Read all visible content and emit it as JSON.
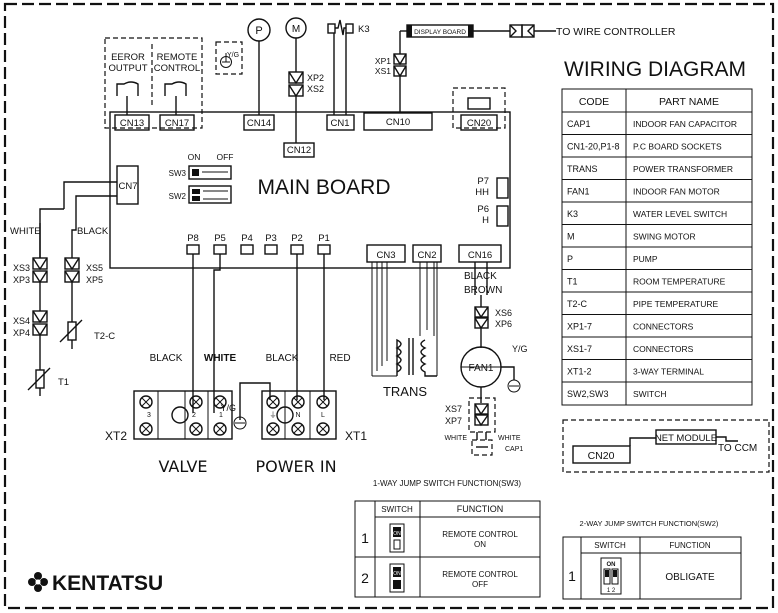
{
  "title": "WIRING DIAGRAM",
  "brand": {
    "name": "KENTATSU",
    "logo_icon": "flower-logo-icon"
  },
  "main_board": {
    "label": "MAIN BOARD",
    "connectors": [
      "CN13",
      "CN17",
      "CN14",
      "CN12",
      "CN1",
      "CN10",
      "CN20",
      "CN7",
      "CN3",
      "CN2",
      "CN16",
      "P8",
      "P5",
      "P4",
      "P3",
      "P2",
      "P1",
      "P7",
      "HH",
      "P6",
      "H"
    ],
    "switches": [
      "SW3",
      "SW2"
    ],
    "switch_state_labels": [
      "ON",
      "OFF"
    ]
  },
  "top_components": {
    "error_output": [
      "EEROR",
      "OUTPUT"
    ],
    "remote_control": [
      "REMOTE",
      "CONTROL"
    ],
    "ground": "Y/G",
    "pump": "P",
    "swing_motor": "M",
    "xp2_xs2": [
      "XP2",
      "XS2"
    ],
    "water_switch": "K3",
    "xp1_xs1": [
      "XP1",
      "XS1"
    ],
    "display_board": "DISPLAY BOARD",
    "wire_controller": "TO WIRE CONTROLLER"
  },
  "left_wiring": {
    "white": "WHITE",
    "black": "BLACK",
    "xs3_xp3": [
      "XS3",
      "XP3"
    ],
    "xs5_xp5": [
      "XS5",
      "XP5"
    ],
    "xs4_xp4": [
      "XS4",
      "XP4"
    ],
    "t2c": "T2-C",
    "t1": "T1"
  },
  "bottom_wiring": {
    "wire_black_1": "BLACK",
    "wire_white": "WHITE",
    "wire_black_2": "BLACK",
    "wire_red": "RED",
    "yg": "Y/G",
    "xt2": "XT2",
    "xt1": "XT1",
    "valve": "VALVE",
    "power_in": "POWER IN",
    "xt2_nums": [
      "3",
      "2",
      "1"
    ],
    "xt1_marks": [
      "⏚",
      "N",
      "L"
    ],
    "trans": "TRANS",
    "black_brown": [
      "BLACK",
      "BROWN"
    ],
    "xs6_xp6": [
      "XS6",
      "XP6"
    ],
    "fan": "FAN1",
    "fan_yg": "Y/G",
    "xs7_xp7": [
      "XS7",
      "XP7"
    ],
    "cap_white_1": "WHITE",
    "cap_white_2": "WHITE",
    "cap": "CAP1"
  },
  "parts_table": {
    "headers": [
      "CODE",
      "PART NAME"
    ],
    "rows": [
      [
        "CAP1",
        "INDOOR FAN CAPACITOR"
      ],
      [
        "CN1-20,P1-8",
        "P.C BOARD SOCKETS"
      ],
      [
        "TRANS",
        "POWER TRANSFORMER"
      ],
      [
        "FAN1",
        "INDOOR FAN MOTOR"
      ],
      [
        "K3",
        "WATER LEVEL SWITCH"
      ],
      [
        "M",
        "SWING MOTOR"
      ],
      [
        "P",
        "PUMP"
      ],
      [
        "T1",
        "ROOM TEMPERATURE"
      ],
      [
        "T2-C",
        "PIPE TEMPERATURE"
      ],
      [
        "XP1-7",
        "CONNECTORS"
      ],
      [
        "XS1-7",
        "CONNECTORS"
      ],
      [
        "XT1-2",
        "3-WAY TERMINAL"
      ],
      [
        "SW2,SW3",
        "SWITCH"
      ]
    ]
  },
  "net_module": {
    "connector": "CN20",
    "module": "NET MODULE",
    "target": "TO CCM"
  },
  "sw3_table": {
    "title": "1-WAY JUMP SWITCH FUNCTION(SW3)",
    "headers": [
      "SWITCH",
      "FUNCTION"
    ],
    "switch_label": "ON",
    "rows": [
      {
        "num": "1",
        "function": [
          "REMOTE CONTROL",
          "ON"
        ]
      },
      {
        "num": "2",
        "function": [
          "REMOTE CONTROL",
          "OFF"
        ]
      }
    ]
  },
  "sw2_table": {
    "title": "2-WAY JUMP SWITCH FUNCTION(SW2)",
    "headers": [
      "SWITCH",
      "FUNCTION"
    ],
    "switch_label": "ON",
    "switch_nums": "1 2",
    "rows": [
      {
        "num": "1",
        "function": "OBLIGATE"
      }
    ]
  }
}
